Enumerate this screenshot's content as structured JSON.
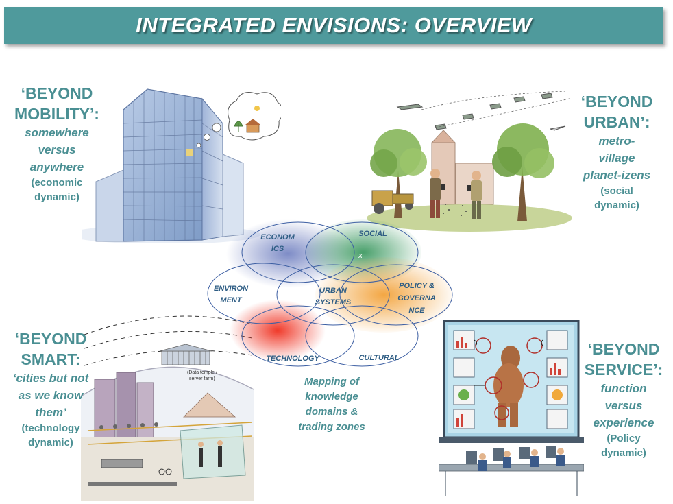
{
  "title": "INTEGRATED ENVISIONS: OVERVIEW",
  "top_left": {
    "head_1": "‘BEYOND",
    "head_2": "MOBILITY’:",
    "sub_1": "somewhere",
    "sub_2": "versus",
    "sub_3": "anywhere",
    "dyn_1": "(economic",
    "dyn_2": "dynamic)"
  },
  "top_right": {
    "head_1": "‘BEYOND",
    "head_2": "URBAN’:",
    "sub_1": "metro-",
    "sub_2": "village",
    "sub_3": "planet-izens",
    "dyn_1": "(social",
    "dyn_2": "dynamic)"
  },
  "bottom_left": {
    "head_1": "‘BEYOND",
    "head_2": "SMART:",
    "sub_1": "‘cities but not",
    "sub_2": "as we know",
    "sub_3": "them’",
    "dyn_1": "(technology",
    "dyn_2": "dynamic)",
    "sketch_note_1": "(Data temple /",
    "sketch_note_2": "server farm)"
  },
  "bottom_right": {
    "head_1": "‘BEYOND",
    "head_2": "SERVICE’:",
    "sub_1": "function",
    "sub_2": "versus",
    "sub_3": "experience",
    "dyn_1": "(Policy",
    "dyn_2": "dynamic)"
  },
  "venn": {
    "economics_1": "ECONOM",
    "economics_2": "ICS",
    "social": "SOCIAL",
    "x_mark": "x",
    "environment_1": "ENVIRON",
    "environment_2": "MENT",
    "urban_1": "URBAN",
    "urban_2": "SYSTEMS",
    "policy_1": "POLICY &",
    "policy_2": "GOVERNA",
    "policy_3": "NCE",
    "technology": "TECHNOLOGY",
    "cultural": "CULTURAL",
    "colors": {
      "economics": "#6f7fc0",
      "social": "#3e9a62",
      "policy": "#f2a23a",
      "technology": "#f03a2a",
      "outline": "#3d5fa3"
    }
  },
  "mapping_caption": {
    "line_1": "Mapping of",
    "line_2": "knowledge",
    "line_3": "domains &",
    "line_4": "trading zones"
  },
  "illustrations": {
    "top_left": "glass-skyscraper-sketch",
    "top_right": "trees-people-drones-sketch",
    "bottom_left": "smart-city-sketch",
    "bottom_right": "control-room-sketch"
  }
}
